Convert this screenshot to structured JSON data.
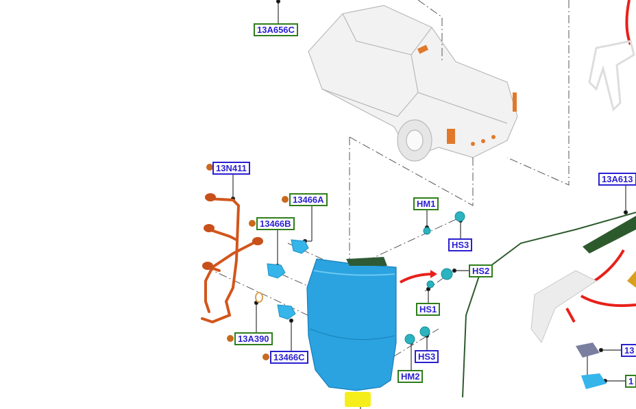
{
  "labels": {
    "a656c": "13A656C",
    "n411": "13N411",
    "a466a": "13466A",
    "a466b": "13466B",
    "a390": "13A390",
    "a466c": "13466C",
    "hm1": "HM1",
    "hs3_top": "HS3",
    "hs2": "HS2",
    "hs1": "HS1",
    "hs3_bottom": "HS3",
    "hm2": "HM2",
    "a613": "13A613",
    "right_mid": "13",
    "right_low": "1"
  },
  "colors": {
    "label_text": "#2a1fd0",
    "border_blue": "#2a1fd0",
    "border_green": "#2e7d1a",
    "lamp_blue": "#2aa3e0",
    "harness": "#d2561c",
    "arrow_red": "#e8201a",
    "highlight_yellow": "#f6ee1c"
  }
}
